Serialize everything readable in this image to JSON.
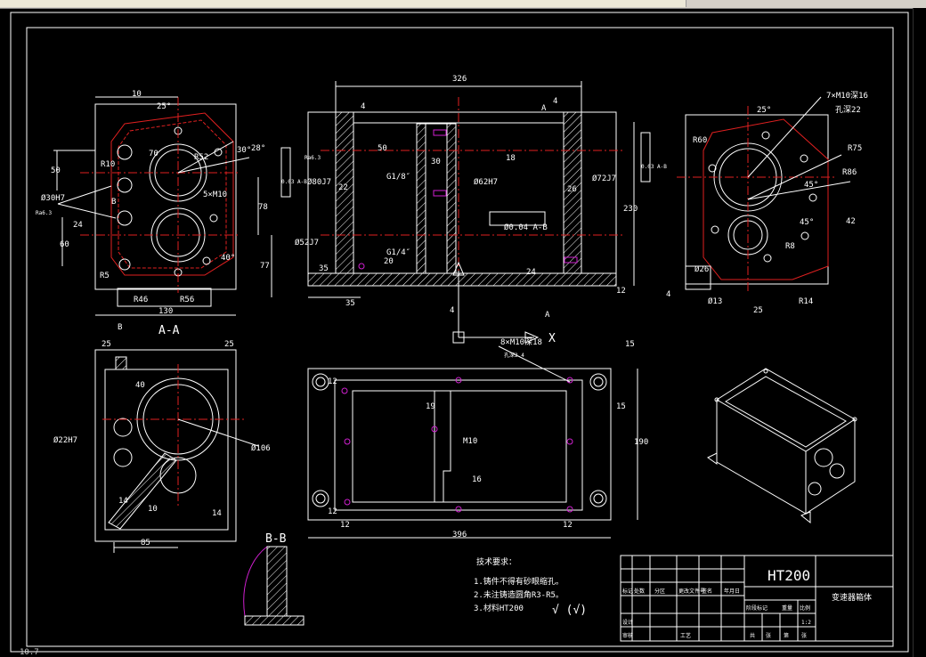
{
  "drawing": {
    "top_view": {
      "dims": [
        "10",
        "25°",
        "50",
        "R10",
        "30°",
        "28°",
        "R52",
        "5×M10",
        "70",
        "78",
        "Ø30H7",
        "B",
        "24",
        "60",
        "77",
        "40°",
        "R5",
        "R46",
        "R56",
        "130",
        "B"
      ],
      "tags": {
        "rough": "Ra6.3"
      }
    },
    "front_view": {
      "dims": [
        "326",
        "4",
        "4",
        "A",
        "50",
        "18",
        "G1/8″",
        "30",
        "Ø80J7",
        "22",
        "Ø62H7",
        "Ø72J7",
        "26",
        "230",
        "Ø52J7",
        "G1/4″",
        "Ø0.04 A-B",
        "24",
        "20",
        "35",
        "35",
        "4",
        "A",
        "12"
      ],
      "frames": [
        "0.03 A-B",
        "0.03 A-B"
      ],
      "tags": {
        "rough": "Ra6.3"
      }
    },
    "side_view": {
      "dims": [
        "7×M10深16",
        "孔深22",
        "25°",
        "R60",
        "R75",
        "R86",
        "45°",
        "45°",
        "42",
        "R8",
        "Ø26",
        "4",
        "Ø13",
        "25",
        "R14"
      ]
    },
    "section_aa": {
      "title": "A-A",
      "dims": [
        "25",
        "25",
        "40",
        "14",
        "Ø22H7",
        "Ø106",
        "10",
        "14",
        "85"
      ]
    },
    "bottom_view": {
      "dims": [
        "8×M10深18",
        "孔深2.4",
        "15",
        "15",
        "19",
        "M10",
        "190",
        "16",
        "396",
        "12",
        "12",
        "12",
        "12"
      ]
    },
    "section_bb": {
      "title": "B-B"
    },
    "axes": {
      "x": "X"
    },
    "notes": {
      "title": "技术要求：",
      "lines": [
        "1.铸件不得有砂眼缩孔。",
        "2.未注铸造圆角R3-R5。",
        "3.材料HT200"
      ]
    },
    "title_block": {
      "material": "HT200",
      "part_name": "变速器箱体",
      "scale": "1:2",
      "cells": [
        "标记",
        "处数",
        "分区",
        "更改文件号",
        "签名",
        "年月日",
        "阶段标记",
        "重量",
        "比例",
        "设计",
        "审核",
        "工艺",
        "共",
        "张",
        "第",
        "张"
      ]
    },
    "roughness_symbols": "√ (√)"
  },
  "bottom_status": "10.7"
}
